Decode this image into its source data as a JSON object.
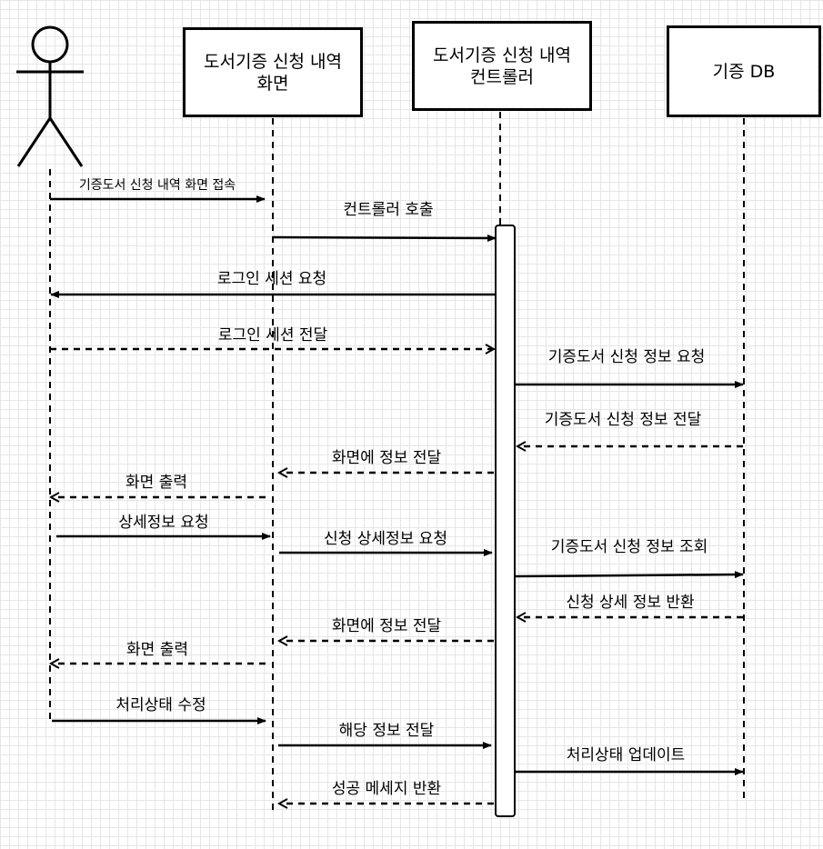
{
  "participants": [
    {
      "id": "user",
      "type": "actor",
      "label": ""
    },
    {
      "id": "screen",
      "type": "box",
      "label": "도서기증 신청 내역\n화면"
    },
    {
      "id": "controller",
      "type": "box",
      "label": "도서기증 신청 내역\n컨트롤러"
    },
    {
      "id": "db",
      "type": "box",
      "label": "기증 DB"
    }
  ],
  "messages": [
    {
      "from": "user",
      "to": "screen",
      "style": "solid",
      "label": "기증도서 신청 내역 화면 접속"
    },
    {
      "from": "screen",
      "to": "controller",
      "style": "solid",
      "label": "컨트롤러 호출"
    },
    {
      "from": "controller",
      "to": "user",
      "style": "solid",
      "label": "로그인 세션 요청"
    },
    {
      "from": "user",
      "to": "controller",
      "style": "dashed",
      "label": "로그인 세션 전달"
    },
    {
      "from": "controller",
      "to": "db",
      "style": "solid",
      "label": "기증도서 신청 정보 요청"
    },
    {
      "from": "db",
      "to": "controller",
      "style": "dashed",
      "label": "기증도서 신청 정보 전달"
    },
    {
      "from": "controller",
      "to": "screen",
      "style": "dashed",
      "label": "화면에 정보 전달"
    },
    {
      "from": "screen",
      "to": "user",
      "style": "dashed",
      "label": "화면 출력"
    },
    {
      "from": "user",
      "to": "screen",
      "style": "solid",
      "label": "상세정보 요청"
    },
    {
      "from": "screen",
      "to": "controller",
      "style": "solid",
      "label": "신청 상세정보 요청"
    },
    {
      "from": "controller",
      "to": "db",
      "style": "solid",
      "label": "기증도서 신청 정보 조회"
    },
    {
      "from": "db",
      "to": "controller",
      "style": "dashed",
      "label": "신청 상세 정보 반환"
    },
    {
      "from": "controller",
      "to": "screen",
      "style": "dashed",
      "label": "화면에 정보 전달"
    },
    {
      "from": "screen",
      "to": "user",
      "style": "dashed",
      "label": "화면 출력"
    },
    {
      "from": "user",
      "to": "screen",
      "style": "solid",
      "label": "처리상태 수정"
    },
    {
      "from": "screen",
      "to": "controller",
      "style": "solid",
      "label": "해당 정보 전달"
    },
    {
      "from": "controller",
      "to": "db",
      "style": "solid",
      "label": "처리상태 업데이트"
    },
    {
      "from": "controller",
      "to": "screen",
      "style": "dashed",
      "label": "성공 메세지 반환"
    }
  ],
  "colors": {
    "line": "#000000",
    "grid": "#e6e6e6",
    "background": "#ffffff"
  }
}
